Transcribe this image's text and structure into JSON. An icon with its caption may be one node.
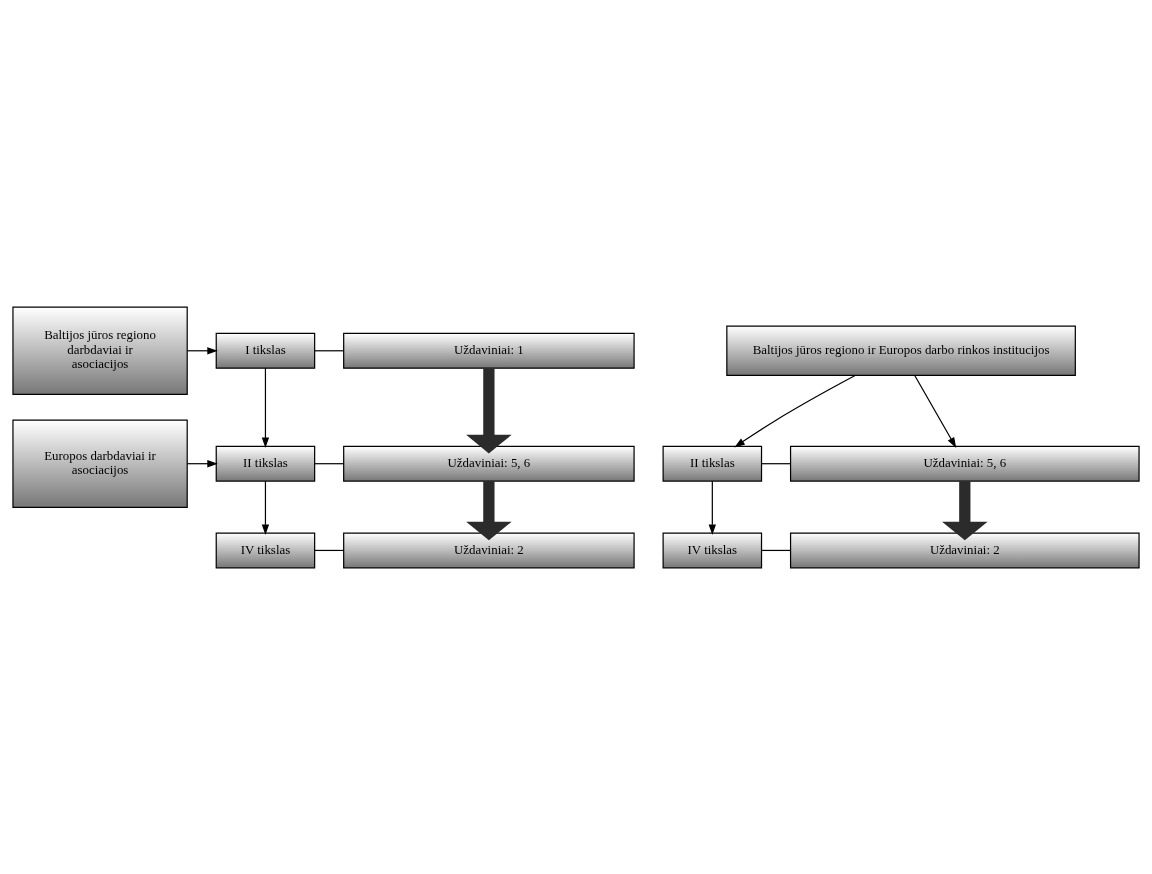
{
  "diagram": {
    "nodes": [
      {
        "text": [
          "Baltijos jūros regiono darbdaviai ir asociacijos"
        ]
      },
      {
        "text": [
          "I tikslas"
        ]
      },
      {
        "text": [
          "Uždaviniai: 1"
        ]
      },
      {
        "text": [
          "Europos darbdaviai ir asociacijos"
        ]
      },
      {
        "text": [
          "II tikslas"
        ]
      },
      {
        "text": [
          "Uždaviniai: 5, 6"
        ]
      },
      {
        "text": [
          "IV tikslas"
        ]
      },
      {
        "text": [
          "Uždaviniai: 2"
        ]
      },
      {
        "text": [
          "Baltijos jūros regiono ir Europos darbo rinkos institucijos"
        ]
      },
      {
        "text": [
          "II tikslas"
        ]
      },
      {
        "text": [
          "Uždaviniai: 5, 6"
        ]
      },
      {
        "text": [
          "IV tikslas"
        ]
      },
      {
        "text": [
          "Uždaviniai: 2"
        ]
      }
    ],
    "edges": [
      {
        "from": 0,
        "to": 1,
        "arrow": "to"
      },
      {
        "from": 1,
        "to": 2,
        "arrow": "none"
      },
      {
        "from": 1,
        "to": 4,
        "arrow": "to"
      },
      {
        "from": 3,
        "to": 4,
        "arrow": "to"
      },
      {
        "from": 2,
        "to": 5,
        "arrow": "to",
        "style": "thick",
        "color": "#2b2b2b"
      },
      {
        "from": 4,
        "to": 5,
        "arrow": "none"
      },
      {
        "from": 4,
        "to": 6,
        "arrow": "to"
      },
      {
        "from": 5,
        "to": 7,
        "arrow": "to",
        "style": "thick",
        "color": "#2b2b2b"
      },
      {
        "from": 6,
        "to": 7,
        "arrow": "none"
      },
      {
        "from": 8,
        "to": 9,
        "arrow": "to"
      },
      {
        "from": 8,
        "to": 10,
        "arrow": "to"
      },
      {
        "from": 9,
        "to": 10,
        "arrow": "none"
      },
      {
        "from": 9,
        "to": 11,
        "arrow": "to"
      },
      {
        "from": 10,
        "to": 12,
        "arrow": "to",
        "style": "thick",
        "color": "#2b2b2b"
      },
      {
        "from": 11,
        "to": 12,
        "arrow": "none"
      }
    ]
  }
}
